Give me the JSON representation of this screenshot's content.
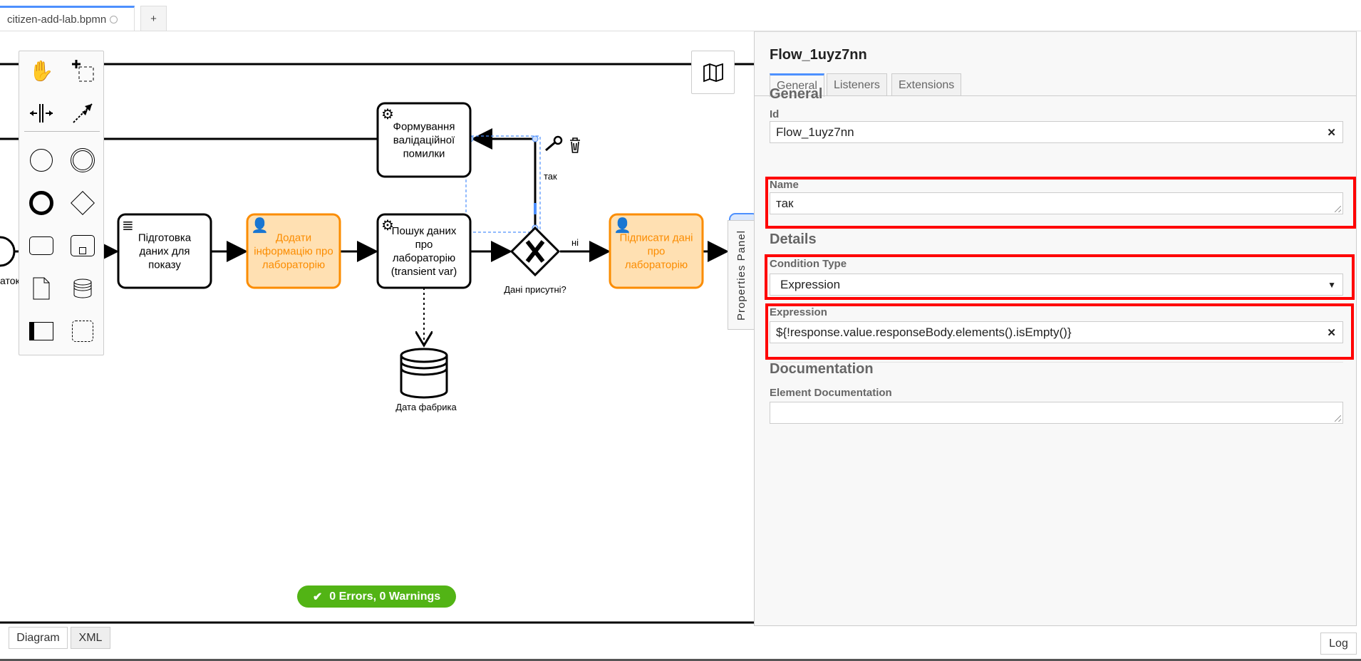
{
  "tabs": [
    {
      "label": "citizen-add-lab.bpmn",
      "status_icon": "unsaved-circle-icon"
    },
    {
      "label": "+"
    }
  ],
  "diagram": {
    "start_label_fragment": "аток",
    "tasks": [
      {
        "lines": [
          "Формування",
          "валідаційної",
          "помилки"
        ],
        "type": "service"
      },
      {
        "lines": [
          "Підготовка",
          "даних для",
          "показу"
        ],
        "type": "script"
      },
      {
        "lines": [
          "Додати",
          "інформацію про",
          "лабораторію"
        ],
        "type": "user"
      },
      {
        "lines": [
          "Пошук даних",
          "про",
          "лабораторію",
          "(transient var)"
        ],
        "type": "service"
      },
      {
        "lines": [
          "Підписати дані",
          "про",
          "лабораторію"
        ],
        "type": "user"
      }
    ],
    "gateway_label": "Дані присутні?",
    "flow_yes": "так",
    "flow_no": "ні",
    "data_store_label": "Дата фабрика",
    "user_task_color": "#ffe0b2",
    "user_task_stroke": "#fb8c00"
  },
  "validation": {
    "label": "0 Errors, 0 Warnings",
    "color": "#52b415"
  },
  "properties_toggle": "Properties Panel",
  "properties": {
    "title": "Flow_1uyz7nn",
    "tabs": [
      "General",
      "Listeners",
      "Extensions"
    ],
    "active_tab": "General",
    "sections": {
      "general": "General",
      "details": "Details",
      "documentation": "Documentation"
    },
    "id_label": "Id",
    "id_value": "Flow_1uyz7nn",
    "name_label": "Name",
    "name_value": "так",
    "condition_type_label": "Condition Type",
    "condition_type_value": "Expression",
    "expression_label": "Expression",
    "expression_value": "${!response.value.responseBody.elements().isEmpty()}",
    "doc_label": "Element Documentation",
    "doc_value": "",
    "highlight_color": "#ff0000"
  },
  "bottom": {
    "diagram": "Diagram",
    "xml": "XML",
    "log": "Log"
  }
}
